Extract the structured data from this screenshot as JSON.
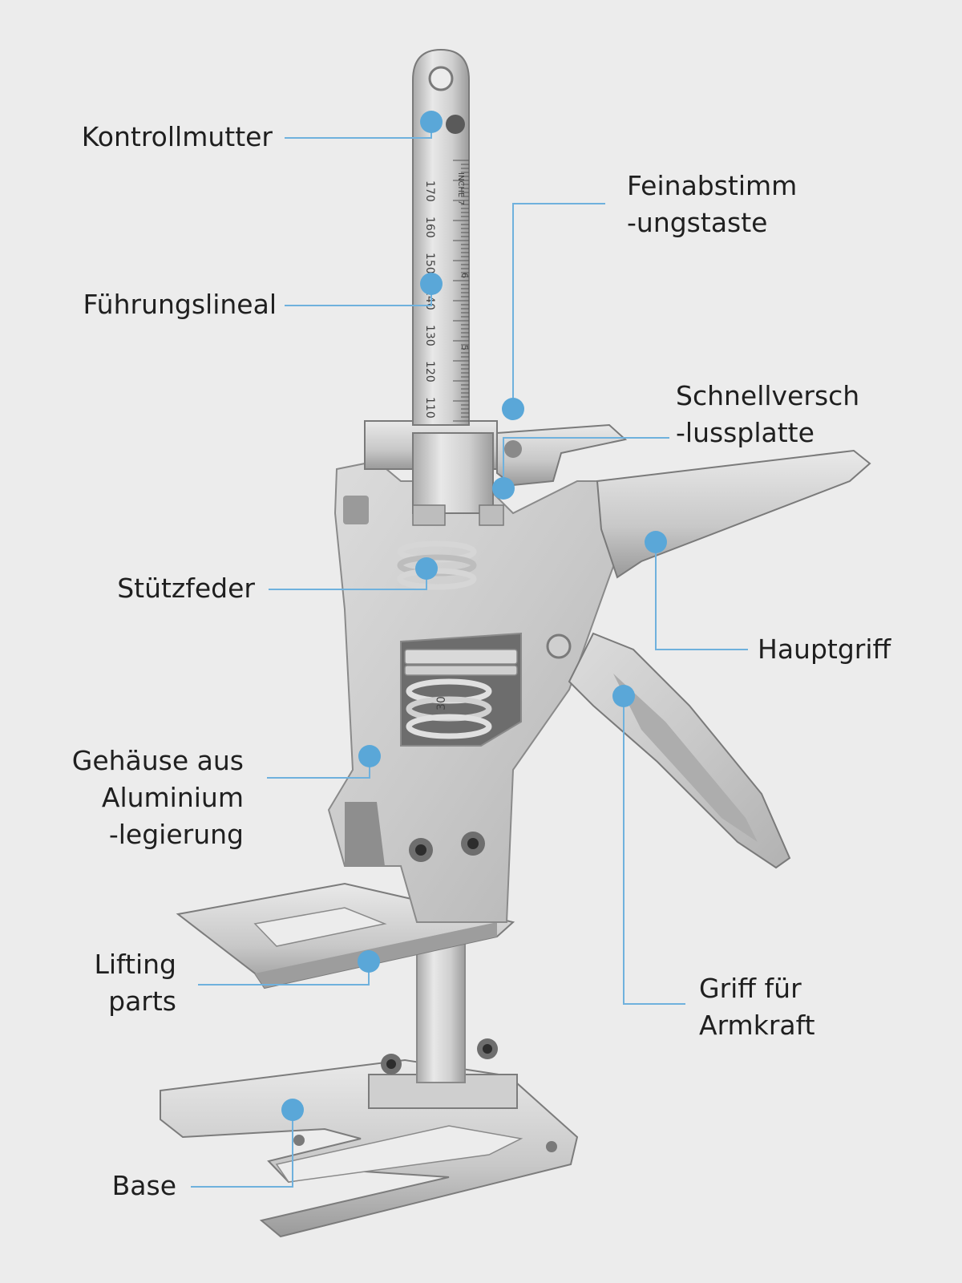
{
  "labels": {
    "kontrollmutter": [
      "Kontrollmutter"
    ],
    "fuehrungslineal": [
      "Führungslineal"
    ],
    "stuetzfeder": [
      "Stützfeder"
    ],
    "gehaeuse": [
      "Gehäuse aus",
      "Aluminium",
      "-legierung"
    ],
    "lifting": [
      "Lifting",
      "parts"
    ],
    "base": [
      "Base"
    ],
    "feinabstimm": [
      "Feinabstimm",
      "-ungstaste"
    ],
    "schnellverschluss": [
      "Schnellversch",
      "-lussplatte"
    ],
    "hauptgriff": [
      "Hauptgriff"
    ],
    "griff_armkraft": [
      "Griff für",
      "Armkraft"
    ]
  },
  "ruler": {
    "numbers": [
      "170",
      "160",
      "150",
      "140",
      "130",
      "120",
      "110"
    ],
    "inch_label": "INCHE 7",
    "inch_marks": [
      "6",
      "5"
    ]
  },
  "spring_marking": "30",
  "colors": {
    "background": "#ececec",
    "marker": "#5aa7d8",
    "leader": "#6fb1dd",
    "text": "#1f1f1f",
    "metal_light": "#e6e6e6",
    "metal_mid": "#c4c4c4",
    "metal_dark": "#8a8a8a"
  }
}
